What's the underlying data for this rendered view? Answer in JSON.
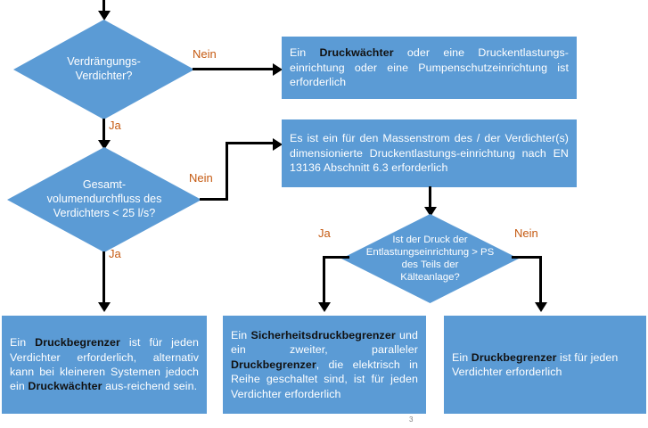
{
  "page": {
    "number": "3",
    "background_color": "#FFFFFF",
    "shape_color": "#5B9BD5",
    "label_color": "#C55A11",
    "connector_color": "#000000",
    "text_color": "#FFFFFF",
    "bold_color": "#111111"
  },
  "decisions": {
    "d1": {
      "name": "verdraengungs-verdichter",
      "line1": "Verdrängungs-",
      "line2": "Verdichter?",
      "yes_label": "Ja",
      "no_label": "Nein"
    },
    "d2": {
      "name": "gesamtvolumendurchfluss",
      "line1": "Gesamt-",
      "line2": "volumendurchfluss des",
      "line3": "Verdichters < 25 l/s?",
      "yes_label": "Ja",
      "no_label": "Nein"
    },
    "d3": {
      "name": "druck-entlastungseinrichtung",
      "line1": "Ist der Druck der",
      "line2": "Entlastungseinrichtung > PS",
      "line3": "des Teils der",
      "line4": "Kälteanlage?",
      "yes_label": "Ja",
      "no_label": "Nein"
    }
  },
  "boxes": {
    "b1": {
      "name": "druckwaechter-oder-druckentlastung",
      "full_text": "Ein Druckwächter oder eine Druckentlastungseinrichtung oder eine Pumpenschutzeinrichtung ist erforderlich",
      "seg1": "Ein ",
      "bold1": "Druckwächter",
      "seg2": " oder eine Druckentlastungs-einrichtung oder eine Pumpenschutzeinrichtung ist erforderlich"
    },
    "b2": {
      "name": "druckentlastung-en-13136",
      "full_text": "Es ist ein für den Massenstrom des / der Verdichter(s) dimensionierte Druckentlastungseinrichtung nach EN 13136 Abschnitt 6.3 erforderlich",
      "seg1": "Es ist ein für den Massenstrom des / der Verdichter(s) dimensionierte Druckentlastungs-einrichtung nach EN 13136 Abschnitt 6.3 erforderlich"
    },
    "b3": {
      "name": "druckbegrenzer-alternativ-druckwaechter",
      "full_text": "Ein Druckbegrenzer ist für jeden Verdichter erforderlich, alternativ kann bei kleineren Systemen jedoch ein Druckwächter ausreichend sein.",
      "seg1": "Ein ",
      "bold1": "Druckbegrenzer",
      "seg2": " ist für jeden Verdichter erforderlich, alternativ kann bei kleineren Systemen jedoch ein ",
      "bold2": "Druckwächter",
      "seg3": " aus-reichend sein."
    },
    "b4": {
      "name": "sicherheitsdruckbegrenzer-und-druckbegrenzer",
      "full_text": "Ein Sicherheitsdruckbegrenzer und ein zweiter, paralleler Druckbegrenzer, die elektrisch in Reihe geschaltet sind, ist für jeden Verdichter erforderlich",
      "seg1": "Ein ",
      "bold1": "Sicherheitsdruckbegrenzer",
      "seg2": " und ein zweiter, paralleler ",
      "bold2": "Druckbegrenzer",
      "seg3": ", die elektrisch in Reihe geschaltet sind, ist für jeden Verdichter erforderlich"
    },
    "b5": {
      "name": "druckbegrenzer-jeder-verdichter",
      "full_text": "Ein Druckbegrenzer ist für jeden Verdichter erforderlich",
      "seg1": "Ein ",
      "bold1": "Druckbegrenzer",
      "seg2": " ist für jeden Verdichter erforderlich"
    }
  }
}
